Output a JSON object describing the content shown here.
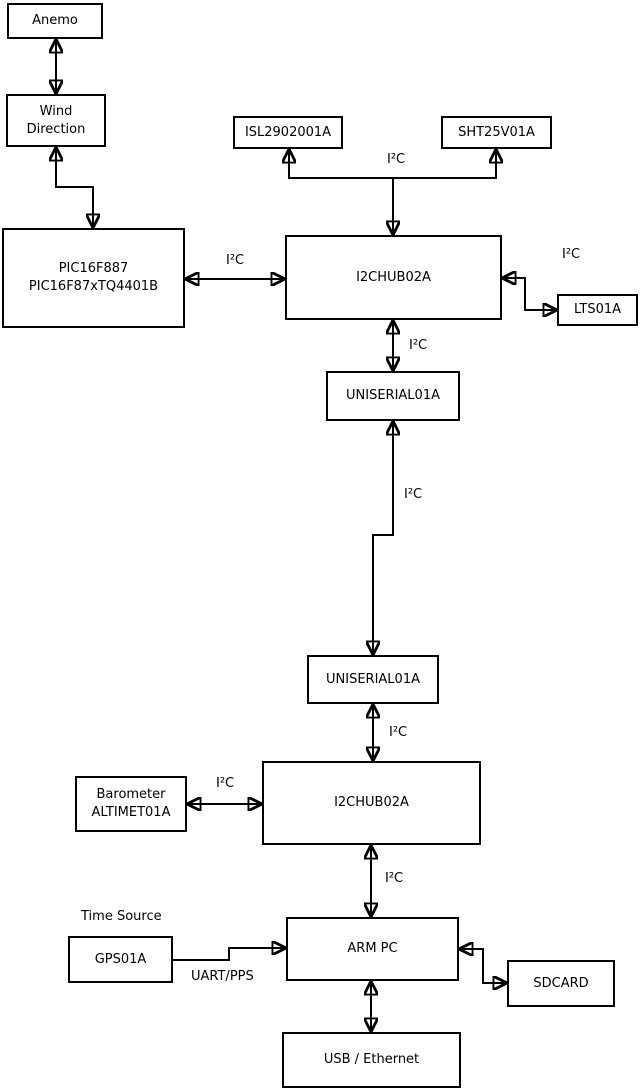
{
  "diagram": {
    "nodes": {
      "anemo": {
        "label": "Anemo"
      },
      "wind_direction": {
        "lines": [
          "Wind",
          "Direction"
        ]
      },
      "pic": {
        "lines": [
          "PIC16F887",
          "PIC16F87xTQ4401B"
        ]
      },
      "isl": {
        "label": "ISL2902001A"
      },
      "sht": {
        "label": "SHT25V01A"
      },
      "i2chub_top": {
        "label": "I2CHUB02A"
      },
      "lts": {
        "label": "LTS01A"
      },
      "uniserial_top": {
        "label": "UNISERIAL01A"
      },
      "uniserial_bottom": {
        "label": "UNISERIAL01A"
      },
      "i2chub_bottom": {
        "label": "I2CHUB02A"
      },
      "barometer": {
        "lines": [
          "Barometer",
          "ALTIMET01A"
        ]
      },
      "gps": {
        "label": "GPS01A"
      },
      "arm_pc": {
        "label": "ARM PC"
      },
      "sdcard": {
        "label": "SDCARD"
      },
      "usb_ethernet": {
        "label": "USB / Ethernet"
      }
    },
    "edge_labels": {
      "hub_sensors_bus": "I²C",
      "pic_hub": "I²C",
      "hub_lts": "I²C",
      "hub_uniserial": "I²C",
      "uniserial_link": "I²C",
      "uniserial_hub2": "I²C",
      "barometer_hub2": "I²C",
      "hub2_arm": "I²C",
      "gps_arm": "UART/PPS",
      "gps_caption": "Time Source"
    },
    "colors": {
      "line": "#000000",
      "box_border": "#000000",
      "box_fill": "#ffffff",
      "background": "#ffffff",
      "text": "#000000"
    }
  }
}
